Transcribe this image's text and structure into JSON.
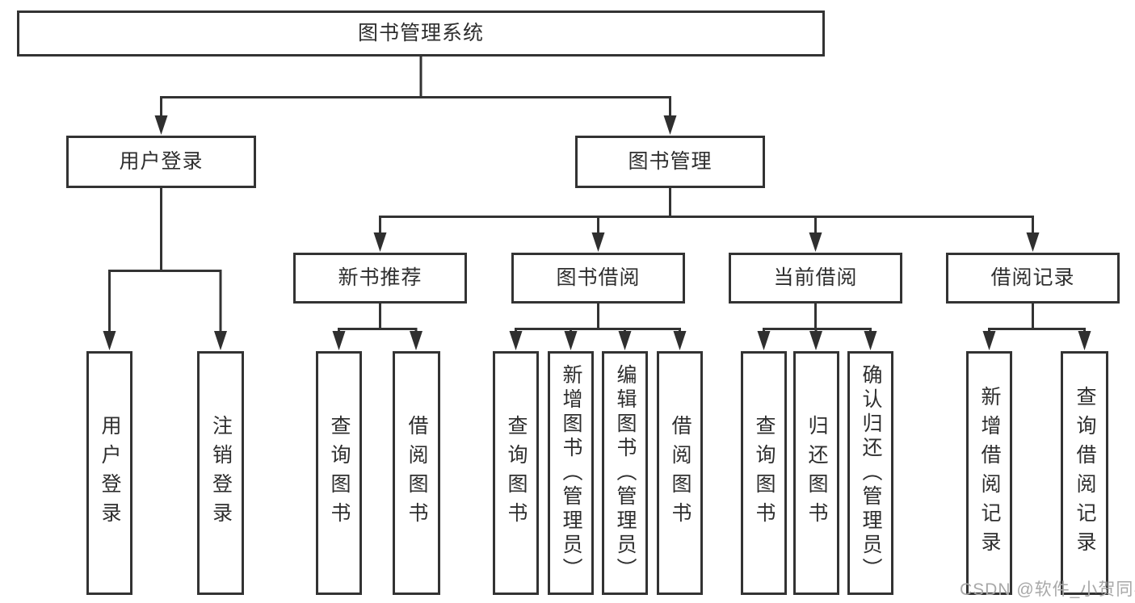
{
  "diagram": {
    "root": {
      "label": "图书管理系统"
    },
    "user_login": {
      "label": "用户登录",
      "children": [
        {
          "label": "用户登录"
        },
        {
          "label": "注销登录"
        }
      ]
    },
    "book_management": {
      "label": "图书管理",
      "modules": [
        {
          "label": "新书推荐",
          "children": [
            {
              "label": "查询图书"
            },
            {
              "label": "借阅图书"
            }
          ]
        },
        {
          "label": "图书借阅",
          "children": [
            {
              "label": "查询图书"
            },
            {
              "label": "新增图书（管理员）"
            },
            {
              "label": "编辑图书（管理员）"
            },
            {
              "label": "借阅图书"
            }
          ]
        },
        {
          "label": "当前借阅",
          "children": [
            {
              "label": "查询图书"
            },
            {
              "label": "归还图书"
            },
            {
              "label": "确认归还（管理员）"
            }
          ]
        },
        {
          "label": "借阅记录",
          "children": [
            {
              "label": "新增借阅记录"
            },
            {
              "label": "查询借阅记录"
            }
          ]
        }
      ]
    },
    "watermark": "CSDN @软件_小贺同学",
    "colors": {
      "line": "#333333",
      "box_border": "#333333",
      "box_fill": "#ffffff",
      "text": "#2e2e2e",
      "watermark": "#a8a8a8"
    }
  }
}
